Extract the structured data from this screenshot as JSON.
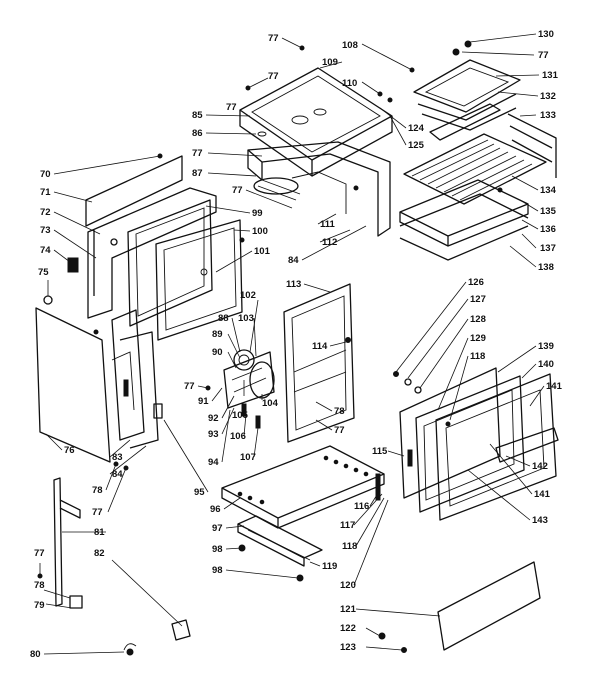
{
  "labels": [
    "77",
    "77",
    "108",
    "77",
    "130",
    "109",
    "77",
    "110",
    "131",
    "85",
    "124",
    "132",
    "133",
    "86",
    "125",
    "77",
    "87",
    "77",
    "134",
    "70",
    "71",
    "72",
    "99",
    "135",
    "73",
    "100",
    "111",
    "136",
    "74",
    "112",
    "101",
    "137",
    "75",
    "84",
    "138",
    "102",
    "113",
    "126",
    "88",
    "103",
    "127",
    "89",
    "114",
    "128",
    "90",
    "129",
    "118",
    "139",
    "140",
    "77",
    "105",
    "104",
    "78",
    "141",
    "91",
    "77",
    "92",
    "106",
    "115",
    "142",
    "93",
    "107",
    "141",
    "94",
    "76",
    "95",
    "116",
    "143",
    "78",
    "83",
    "84",
    "77",
    "96",
    "117",
    "97",
    "118",
    "98",
    "119",
    "81",
    "98",
    "120",
    "82",
    "77",
    "78",
    "121",
    "79",
    "122",
    "80",
    "123"
  ]
}
